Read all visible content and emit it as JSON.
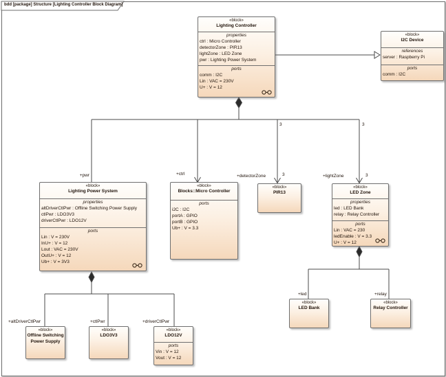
{
  "diagram": {
    "frame_title": "bdd [package] Structure [Lighting Controller Block Diagram]",
    "stereotype": "«block»",
    "compartment_labels": {
      "properties": "properties",
      "references": "references",
      "ports": "ports"
    }
  },
  "blocks": {
    "lighting_controller": {
      "name": "Lighting Controller",
      "properties": [
        "ctrl : Micro Controller",
        "detectorZone : PIR13",
        "lightZone : LED Zone",
        "pwr : Lighting Power System"
      ],
      "ports": [
        "comm : I2C",
        "Lin : VAC = 230V",
        "U+ : V = 12"
      ]
    },
    "i2c_device": {
      "name": "I2C Device",
      "references": [
        "server : Raspberry Pi"
      ],
      "ports": [
        "comm : I2C"
      ]
    },
    "lighting_power_system": {
      "name": "Lighting Power System",
      "properties": [
        "altDriverCtlPwr : Offline Switching Power Supply",
        "ctlPwr : LDO3V3",
        "driverCtlPwr : LDO12V"
      ],
      "ports": [
        "Lin : V = 230V",
        "InU+ : V = 12",
        "Lout : VAC = 230V",
        "OutU+ : V = 12",
        "Ub+ : V = 3V3"
      ]
    },
    "micro_controller": {
      "name": "Blocks::Micro Controller",
      "ports": [
        "i2C : I2C",
        "portA : GPIO",
        "portB : GPIO",
        "Ub+ : V = 3.3"
      ]
    },
    "pir13": {
      "name": "PIR13"
    },
    "led_zone": {
      "name": "LED Zone",
      "properties": [
        "led : LED Bank",
        "relay : Relay Controller"
      ],
      "ports": [
        "Lin : VAC = 230",
        "ledEnable : V = 3.3",
        "U+ : V = 12"
      ]
    },
    "offline_switching_power_supply": {
      "name": "Offline Switching Power Supply"
    },
    "ldo3v3": {
      "name": "LDO3V3"
    },
    "ldo12v": {
      "name": "LDO12V",
      "ports": [
        "Vin : V = 12",
        "Vout : V = 12"
      ]
    },
    "led_bank": {
      "name": "LED Bank"
    },
    "relay_controller": {
      "name": "Relay Controller"
    }
  },
  "connectors": {
    "role_labels": {
      "pwr": "+pwr",
      "ctrl": "+ctrl",
      "detector_zone": "+detectorZone",
      "light_zone": "+lightZone",
      "alt_driver_ctl_pwr": "+altDriverCtlPwr",
      "ctl_pwr": "+ctlPwr",
      "driver_ctl_pwr": "+driverCtlPwr",
      "led": "+led",
      "relay": "+relay"
    },
    "multiplicities": {
      "detector_zone": "3",
      "light_zone": "3"
    }
  },
  "colors": {
    "block_fill_top": "#FFFEFC",
    "block_fill_bottom": "#F5D8BB",
    "block_border": "#6E6E6E",
    "connector_line": "#4A4A4A",
    "text": "#1F1209"
  }
}
